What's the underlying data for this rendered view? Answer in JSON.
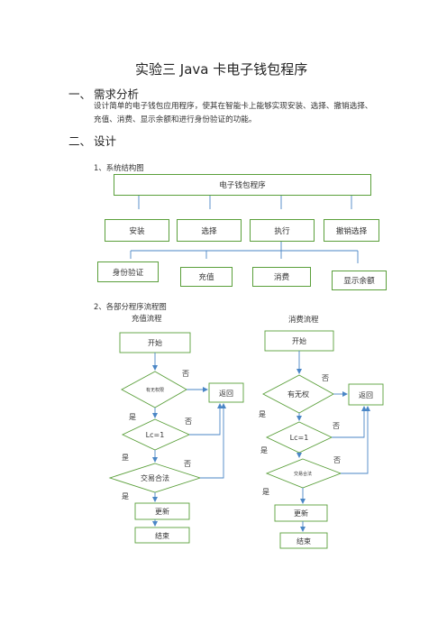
{
  "title": "实验三    Java 卡电子钱包程序",
  "sections": [
    {
      "num": "一、",
      "label": "需求分析"
    },
    {
      "num": "二、",
      "label": "设计"
    }
  ],
  "requirement_text": [
    "设计简单的电子钱包应用程序，使其在智能卡上能够实现安装、选择、撤销选择、",
    "充值、消费、显示余额和进行身份验证的功能。"
  ],
  "sub1": "1、系统结构图",
  "sub2": "2、各部分程序流程图",
  "structure": {
    "root": "电子钱包程序",
    "level1": [
      "安装",
      "选择",
      "执行",
      "撤销选择"
    ],
    "level2": [
      "身份验证",
      "充值",
      "消费",
      "显示余额"
    ]
  },
  "flow_recharge": {
    "title": "充值流程",
    "start": "开始",
    "d1": "有无权限",
    "d2": "Lc=1",
    "d3": "交易合法",
    "ret": "返回",
    "update": "更新",
    "end": "结束",
    "no": "否",
    "yes": "是",
    "yes_variant": "昰"
  },
  "flow_consume": {
    "title": "消费流程",
    "start": "开始",
    "d1": "有无权",
    "d2": "Lc=1",
    "d3": "交易合法",
    "ret": "返回",
    "update": "更新",
    "end": "结束",
    "no": "否",
    "yes": "是"
  }
}
